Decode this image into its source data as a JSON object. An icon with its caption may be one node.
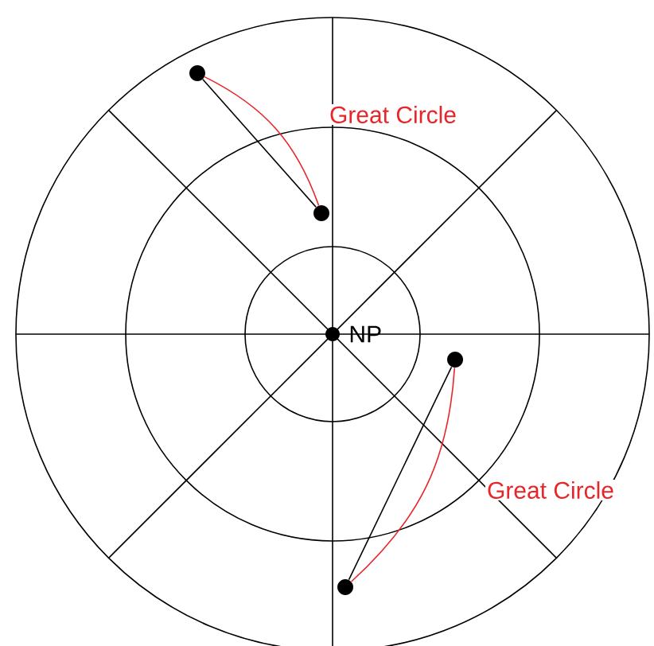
{
  "diagram": {
    "nodes": [
      {
        "text": [],
        "shape": "circle"
      },
      {
        "text": [],
        "shape": "circle"
      },
      {
        "text": [],
        "shape": "circle"
      },
      {
        "text": [],
        "shape": "circle"
      }
    ],
    "edges": [
      {
        "from": 0,
        "to": 1,
        "arrow": "none"
      },
      {
        "from": 0,
        "to": 1,
        "arrow": "none",
        "label": "Great Circle",
        "color": "#e8262a"
      },
      {
        "from": 2,
        "to": 3,
        "arrow": "none"
      },
      {
        "from": 2,
        "to": 3,
        "arrow": "none",
        "label": "Great Circle",
        "color": "#e8262a"
      }
    ],
    "labels": [
      "NP"
    ]
  }
}
